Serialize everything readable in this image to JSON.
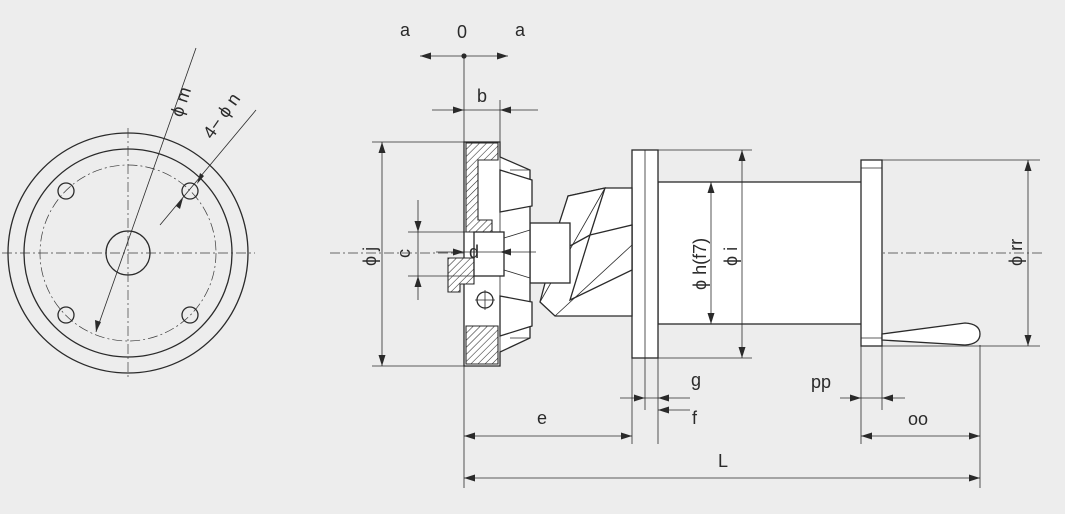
{
  "labels": {
    "a_left": "a",
    "zero": "0",
    "a_right": "a",
    "b": "b",
    "phi_j": "ϕ j",
    "c": "c",
    "d": "d",
    "phi_h": "ϕ h(f7)",
    "phi_i": "ϕ i",
    "phi_rr": "ϕ rr",
    "g": "g",
    "f": "f",
    "e": "e",
    "pp": "pp",
    "oo": "oo",
    "L": "L",
    "phi_m": "ϕ m",
    "four_phi_n": "4− ϕ n"
  },
  "colors": {
    "background": "#ededed",
    "line": "#2a2a2a"
  }
}
